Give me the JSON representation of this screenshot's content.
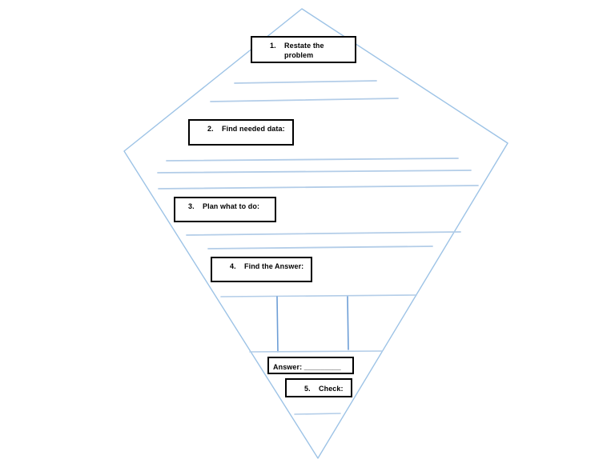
{
  "steps": {
    "step1": {
      "number": "1.",
      "label": "Restate the problem"
    },
    "step2": {
      "number": "2.",
      "label": "Find needed data:"
    },
    "step3": {
      "number": "3.",
      "label": "Plan what to do:"
    },
    "step4": {
      "number": "4.",
      "label": "Find the Answer:"
    },
    "step5": {
      "number": "5.",
      "label": "Check:"
    }
  },
  "answer": {
    "label": "Answer: _________"
  },
  "colors": {
    "background": "#ffffff",
    "kite_outline": "#9dc3e6",
    "writing_line": "#b3cde8",
    "grid_line": "#6d9ed6",
    "box_border": "#000000",
    "text": "#000000"
  }
}
